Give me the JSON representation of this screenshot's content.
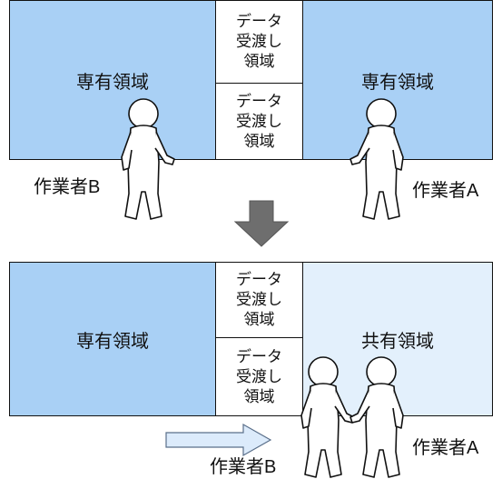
{
  "top": {
    "left_region": "専有領域",
    "right_region": "専有領域",
    "handover_upper": "データ\n受渡し\n領域",
    "handover_lower": "データ\n受渡し\n領域",
    "worker_left": "作業者B",
    "worker_right": "作業者A"
  },
  "bottom": {
    "left_region": "専有領域",
    "right_region": "共有領域",
    "handover_upper": "データ\n受渡し\n領域",
    "handover_lower": "データ\n受渡し\n領域",
    "worker_right": "作業者A",
    "worker_moving": "作業者B"
  },
  "colors": {
    "exclusive_region": "#a9d0f5",
    "shared_region": "#e3f0fc",
    "transition_arrow": "#6e6e6e",
    "move_arrow": "#dcebfb"
  }
}
